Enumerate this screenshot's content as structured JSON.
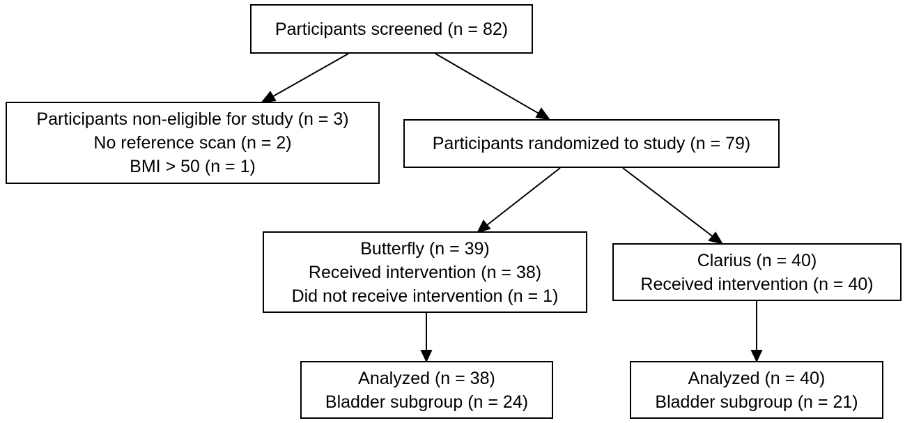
{
  "flowchart": {
    "screened": {
      "lines": [
        "Participants screened (n = 82)"
      ]
    },
    "non_eligible": {
      "lines": [
        "Participants non-eligible for study (n = 3)",
        "No reference scan (n = 2)",
        "BMI > 50 (n = 1)"
      ]
    },
    "randomized": {
      "lines": [
        "Participants randomized to study (n = 79)"
      ]
    },
    "butterfly": {
      "lines": [
        "Butterfly (n = 39)",
        "Received intervention (n = 38)",
        "Did not receive intervention (n = 1)"
      ]
    },
    "clarius": {
      "lines": [
        "Clarius (n = 40)",
        "Received intervention (n = 40)"
      ]
    },
    "analyzed_butterfly": {
      "lines": [
        "Analyzed (n = 38)",
        "Bladder subgroup (n = 24)"
      ]
    },
    "analyzed_clarius": {
      "lines": [
        "Analyzed (n = 40)",
        "Bladder subgroup (n = 21)"
      ]
    }
  },
  "colors": {
    "stroke": "#000000",
    "background": "#ffffff"
  }
}
